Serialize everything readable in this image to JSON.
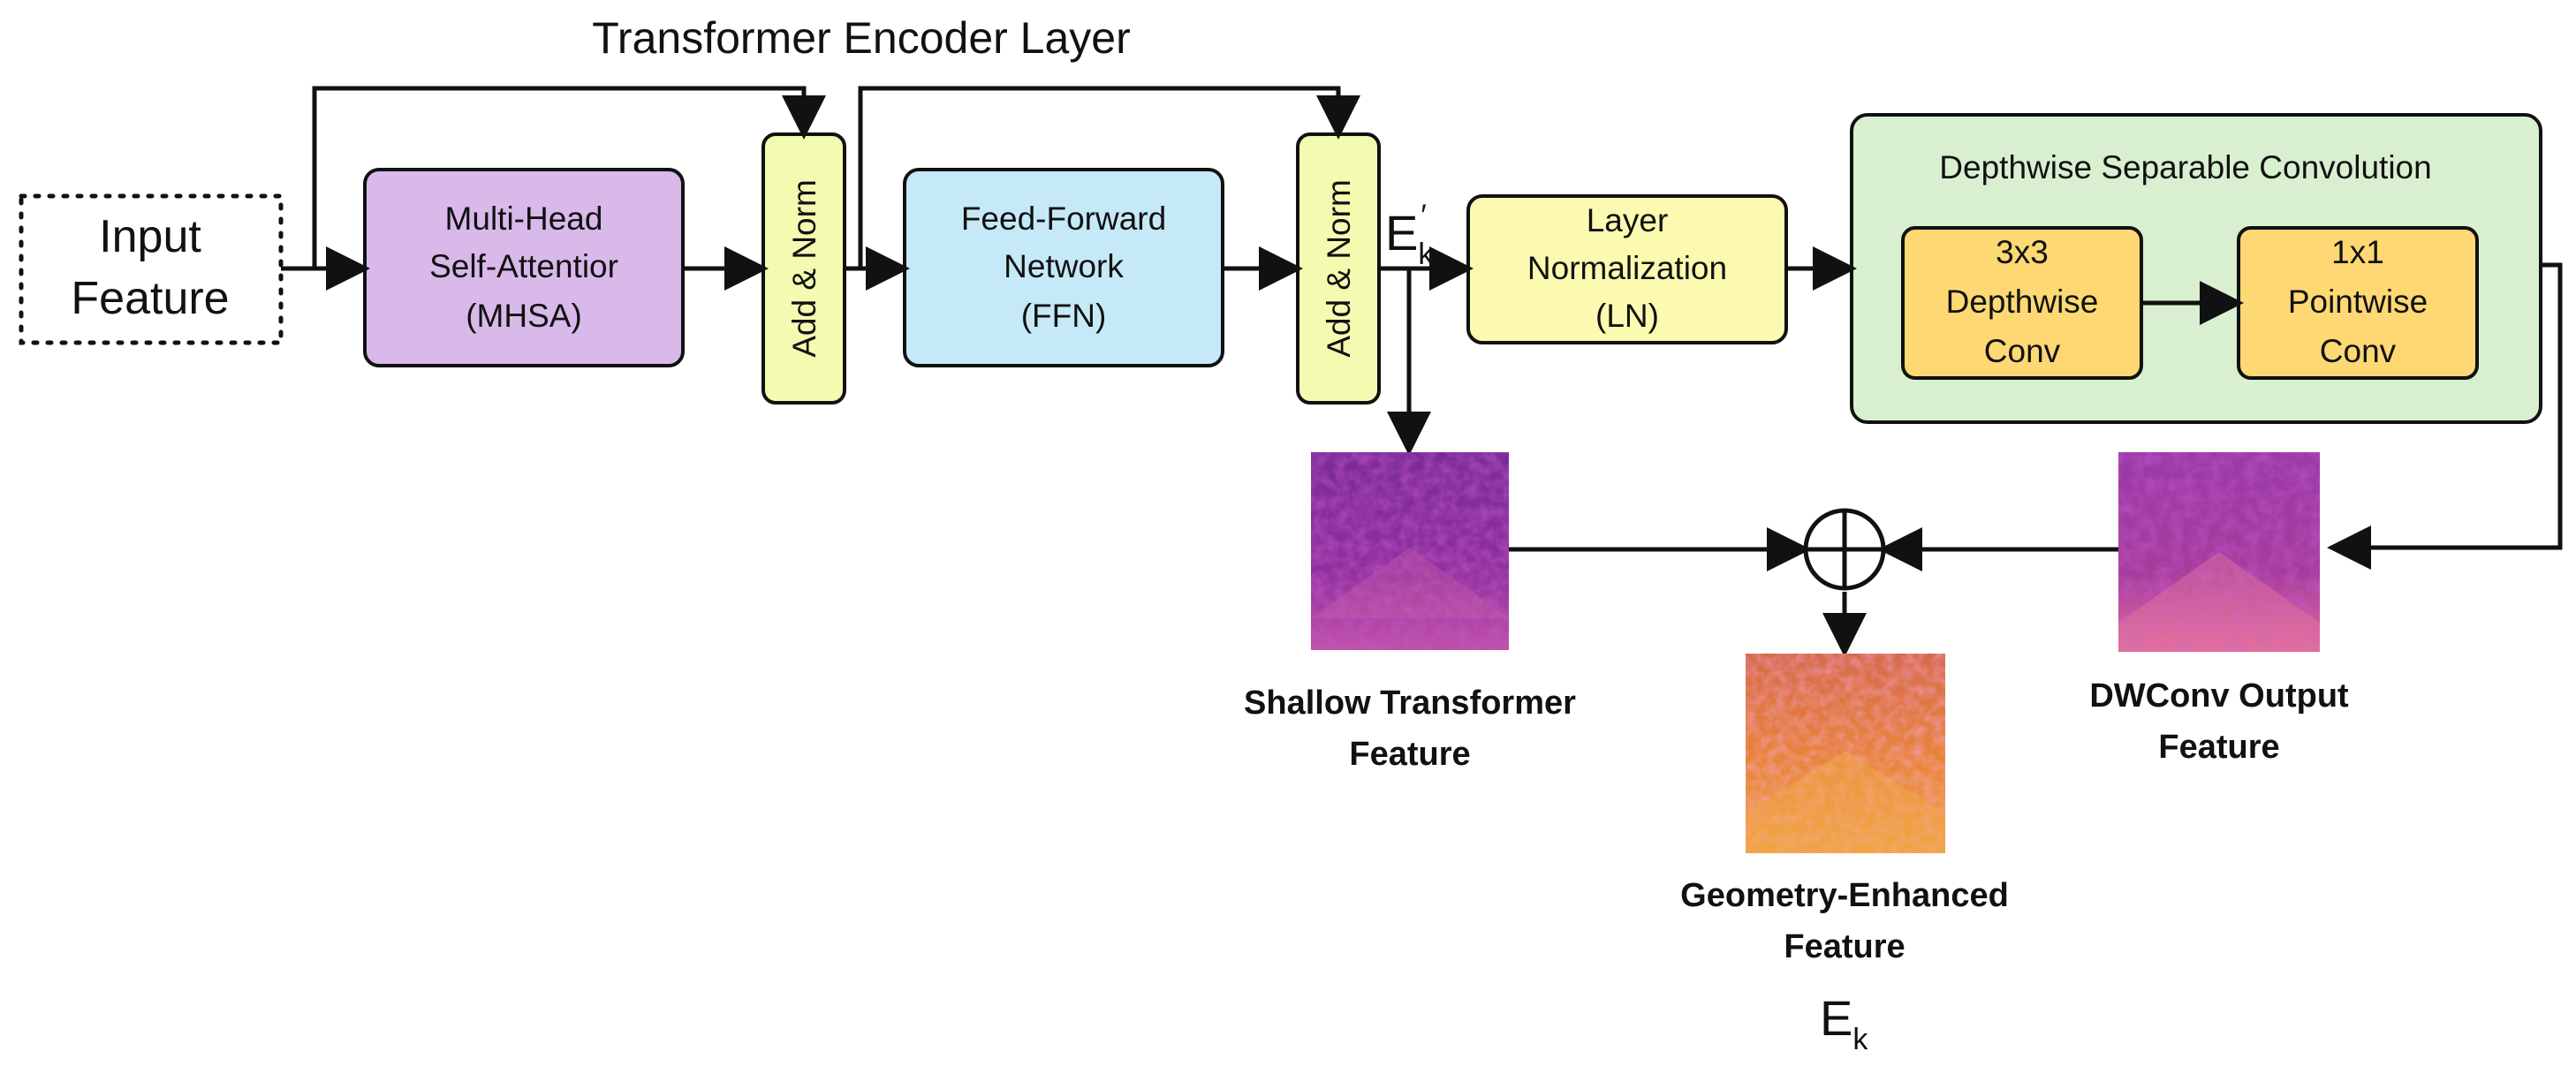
{
  "title": "Transformer Encoder Layer",
  "input": {
    "lines": [
      "Input",
      "Feature"
    ]
  },
  "mhsa": {
    "lines": [
      "Multi-Head",
      "Self-Attentior",
      "(MHSA)"
    ],
    "color": "#d9b8ea"
  },
  "add_norm_1": {
    "label": "Add & Norm",
    "color": "#f3fbb0"
  },
  "ffn": {
    "lines": [
      "Feed-Forward",
      "Network",
      "(FFN)"
    ],
    "color": "#c6e9f7"
  },
  "add_norm_2": {
    "label": "Add & Norm",
    "color": "#f3fbb0"
  },
  "ek_prime": {
    "base": "E",
    "sub": "k",
    "prime": "′"
  },
  "ln": {
    "lines": [
      "Layer",
      "Normalization",
      "(LN)"
    ],
    "color": "#fbfab0"
  },
  "dsc": {
    "title": "Depthwise Separable Convolution",
    "color": "#d8f0d0",
    "depthwise": {
      "lines": [
        "3x3",
        "Depthwise",
        "Conv"
      ]
    },
    "pointwise": {
      "lines": [
        "1x1",
        "Pointwise",
        "Conv"
      ]
    },
    "inner_color": "#fdd873"
  },
  "shallow": {
    "caption": [
      "Shallow Transformer",
      "Feature"
    ]
  },
  "dwconv": {
    "caption": [
      "DWConv Output",
      "Feature"
    ]
  },
  "geo": {
    "caption": [
      "Geometry-Enhanced",
      "Feature"
    ]
  },
  "ek": {
    "base": "E",
    "sub": "k"
  },
  "colors": {
    "stroke": "#111111",
    "feature_dark": "#6a1d8a",
    "feature_mid": "#b43ca0",
    "feature_warm": "#e8823a"
  }
}
